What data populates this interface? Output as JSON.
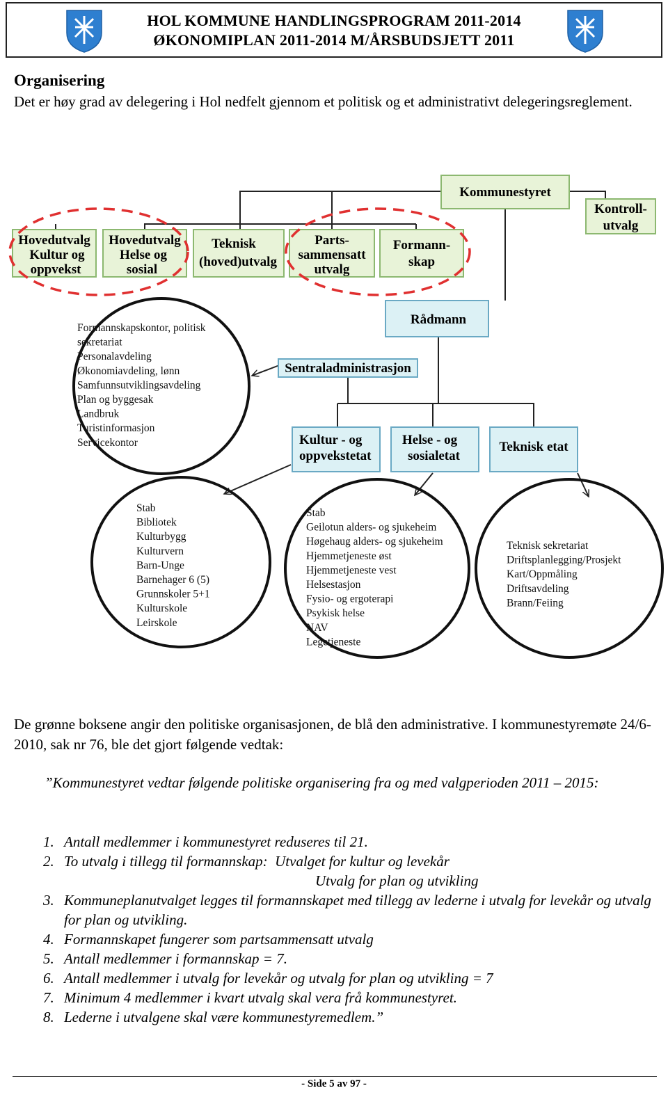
{
  "header": {
    "line1": "HOL KOMMUNE HANDLINGSPROGRAM 2011-2014",
    "line2": "ØKONOMIPLAN 2011-2014 M/ÅRSBUDSJETT 2011",
    "crest_color": "#2e7fd0"
  },
  "section": {
    "title": "Organisering",
    "intro": "Det er høy grad av delegering i Hol nedfelt gjennom et politisk og et administrativt delegeringsreglement."
  },
  "org_chart": {
    "colors": {
      "political": "#e8f3d8",
      "political_border": "#8cb870",
      "admin": "#dcf1f5",
      "admin_border": "#6aa9c4",
      "dashed": "#e03030"
    },
    "kommunestyret": "Kommunestyret",
    "kontrollutvalg": [
      "Kontroll-",
      "utvalg"
    ],
    "hovedutvalg_kultur": [
      "Hovedutvalg",
      "Kultur og",
      "oppvekst"
    ],
    "hovedutvalg_helse": [
      "Hovedutvalg",
      "Helse og",
      "sosial"
    ],
    "teknisk_utvalg": [
      "Teknisk",
      "(hoved)utvalg"
    ],
    "partssammensatt": [
      "Parts-",
      "sammensatt",
      "utvalg"
    ],
    "formannskap": [
      "Formann-",
      "skap"
    ],
    "radmann": "Rådmann",
    "sentraladministrasjon": "Sentraladministrasjon",
    "kultur_etat": [
      "Kultur - og",
      "oppvekstetat"
    ],
    "helse_etat": [
      "Helse - og",
      "sosialetat"
    ],
    "teknisk_etat": "Teknisk etat",
    "sentral_units": [
      "Formannskapskontor, politisk",
      "sekretariat",
      "Personalavdeling",
      "Økonomiavdeling, lønn",
      "Samfunnsutviklingsavdeling",
      "Plan og byggesak",
      "Landbruk",
      "Turistinformasjon",
      "Servicekontor"
    ],
    "kultur_units": [
      "Stab",
      "Bibliotek",
      "Kulturbygg",
      "Kulturvern",
      "Barn-Unge",
      "Barnehager 6 (5)",
      "Grunnskoler 5+1",
      "Kulturskole",
      "Leirskole"
    ],
    "helse_units": [
      "Stab",
      "Geilotun alders- og sjukeheim",
      "Høgehaug alders- og sjukeheim",
      "Hjemmetjeneste øst",
      "Hjemmetjeneste vest",
      "Helsestasjon",
      "Fysio- og ergoterapi",
      "Psykisk helse",
      "NAV",
      "Legetjeneste"
    ],
    "teknisk_units": [
      "Teknisk sekretariat",
      "Driftsplanlegging/Prosjekt",
      "Kart/Oppmåling",
      "Driftsavdeling",
      "Brann/Feiing"
    ]
  },
  "body": {
    "paragraph": "De grønne boksene angir den politiske organisasjonen, de blå den administrative. I kommunestyremøte 24/6-2010, sak nr 76, ble det gjort følgende vedtak:",
    "quote": "”Kommunestyret vedtar følgende politiske organisering fra og med valgperioden 2011 – 2015:",
    "items": [
      {
        "num": "1.",
        "text": "Antall medlemmer i kommunestyret reduseres til 21."
      },
      {
        "num": "2.",
        "text": "To utvalg i tillegg til formannskap:  Utvalget for kultur og levekår",
        "cont": "Utvalg for plan og utvikling"
      },
      {
        "num": "3.",
        "text": "Kommuneplanutvalget legges til formannskapet med tillegg av lederne i utvalg for levekår og utvalg for plan og utvikling."
      },
      {
        "num": "4.",
        "text": "Formannskapet fungerer som partsammensatt utvalg"
      },
      {
        "num": "5.",
        "text": "Antall medlemmer i formannskap = 7."
      },
      {
        "num": "6.",
        "text": "Antall medlemmer i utvalg for levekår og utvalg for plan og utvikling = 7"
      },
      {
        "num": "7.",
        "text": "Minimum 4 medlemmer i kvart utvalg skal vera frå kommunestyret."
      },
      {
        "num": "8.",
        "text": "Lederne i utvalgene skal være kommunestyremedlem.”"
      }
    ]
  },
  "footer": {
    "page": "- Side 5 av 97 -"
  }
}
